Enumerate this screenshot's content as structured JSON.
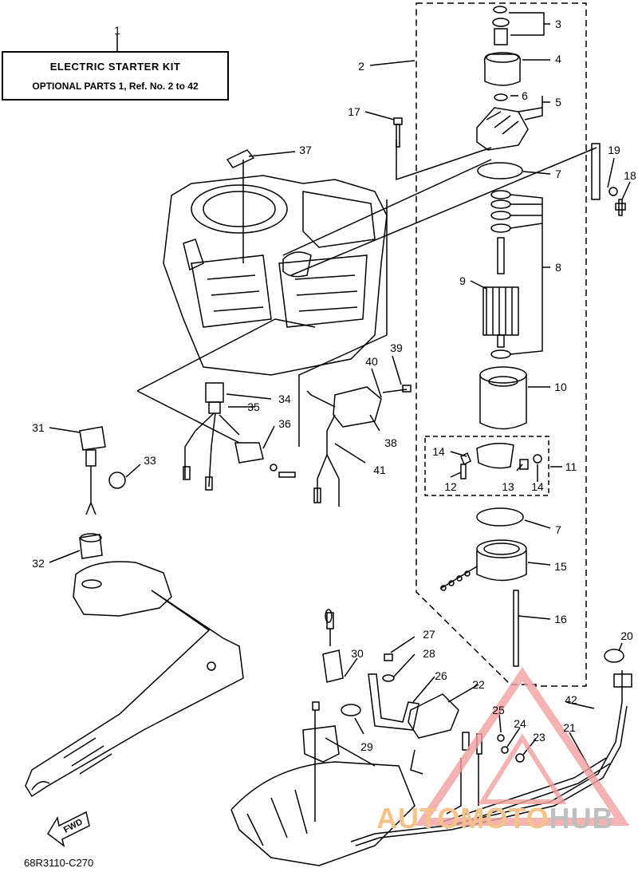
{
  "kit": {
    "number": "1",
    "title": "ELECTRIC STARTER KIT",
    "subtitle": "OPTIONAL PARTS 1,  Ref. No. 2 to 42"
  },
  "callouts": [
    {
      "id": "c1",
      "label": "1"
    },
    {
      "id": "c2",
      "label": "2"
    },
    {
      "id": "c3",
      "label": "3"
    },
    {
      "id": "c4",
      "label": "4"
    },
    {
      "id": "c5",
      "label": "5"
    },
    {
      "id": "c6",
      "label": "6"
    },
    {
      "id": "c7a",
      "label": "7"
    },
    {
      "id": "c7b",
      "label": "7"
    },
    {
      "id": "c8",
      "label": "8"
    },
    {
      "id": "c9",
      "label": "9"
    },
    {
      "id": "c10",
      "label": "10"
    },
    {
      "id": "c11",
      "label": "11"
    },
    {
      "id": "c12",
      "label": "12"
    },
    {
      "id": "c13",
      "label": "13"
    },
    {
      "id": "c14a",
      "label": "14"
    },
    {
      "id": "c14b",
      "label": "14"
    },
    {
      "id": "c15",
      "label": "15"
    },
    {
      "id": "c16",
      "label": "16"
    },
    {
      "id": "c17",
      "label": "17"
    },
    {
      "id": "c18",
      "label": "18"
    },
    {
      "id": "c19",
      "label": "19"
    },
    {
      "id": "c20",
      "label": "20"
    },
    {
      "id": "c21",
      "label": "21"
    },
    {
      "id": "c22",
      "label": "22"
    },
    {
      "id": "c23",
      "label": "23"
    },
    {
      "id": "c24",
      "label": "24"
    },
    {
      "id": "c25",
      "label": "25"
    },
    {
      "id": "c26",
      "label": "26"
    },
    {
      "id": "c27",
      "label": "27"
    },
    {
      "id": "c28",
      "label": "28"
    },
    {
      "id": "c29",
      "label": "29"
    },
    {
      "id": "c30",
      "label": "30"
    },
    {
      "id": "c31",
      "label": "31"
    },
    {
      "id": "c32",
      "label": "32"
    },
    {
      "id": "c33",
      "label": "33"
    },
    {
      "id": "c34",
      "label": "34"
    },
    {
      "id": "c35",
      "label": "35"
    },
    {
      "id": "c36",
      "label": "36"
    },
    {
      "id": "c37",
      "label": "37"
    },
    {
      "id": "c38",
      "label": "38"
    },
    {
      "id": "c39",
      "label": "39"
    },
    {
      "id": "c40",
      "label": "40"
    },
    {
      "id": "c41",
      "label": "41"
    },
    {
      "id": "c42",
      "label": "42"
    }
  ],
  "fwd_label": "FWD",
  "drawing_code": "68R3110-C270",
  "watermark": {
    "part_a": "AUTOMOTO",
    "part_b": "HUB",
    "color_a": "#f5c28a",
    "color_b": "#bfbfbf",
    "triangle_color": "#f2a0a0"
  }
}
